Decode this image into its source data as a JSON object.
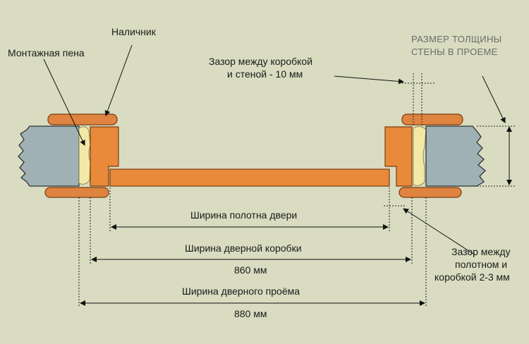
{
  "labels": {
    "trim": "Наличник",
    "foam": "Монтажная пена",
    "wall_gap_line1": "Зазор между коробкой",
    "wall_gap_line2": "и стеной - 10 мм",
    "wall_thickness_line1": "РАЗМЕР ТОЛЩИНЫ",
    "wall_thickness_line2": "СТЕНЫ В ПРОЕМЕ",
    "leaf_width": "Ширина полотна двери",
    "frame_width": "Ширина дверной коробки",
    "frame_value": "860 мм",
    "opening_width": "Ширина дверного проёма",
    "opening_value": "880 мм",
    "leaf_gap_line1": "Зазор между",
    "leaf_gap_line2": "полотном и",
    "leaf_gap_line3": "коробкой 2-3 мм"
  },
  "colors": {
    "background": "#d9dcc0",
    "wall": "#9fb1b4",
    "wood": "#e88a3a",
    "foam": "#f3e9a6"
  }
}
